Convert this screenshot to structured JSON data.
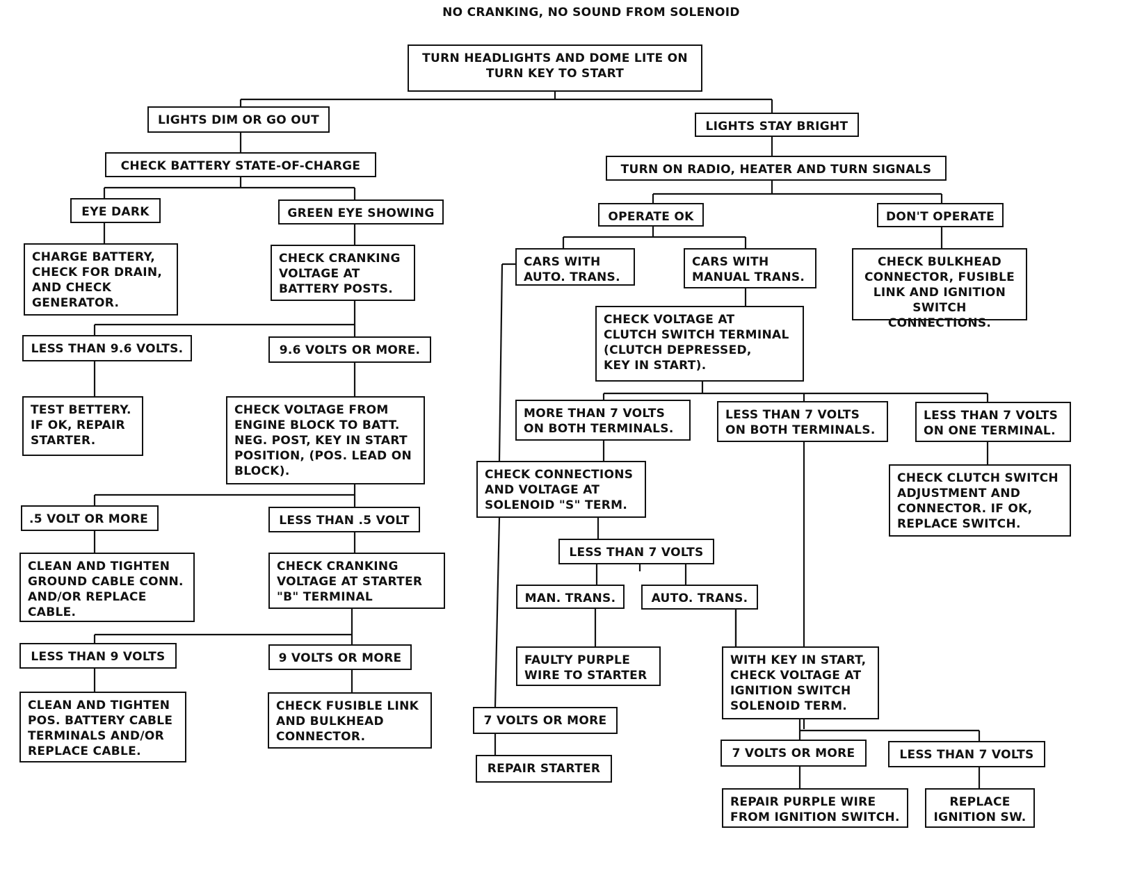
{
  "title": "NO CRANKING, NO SOUND FROM SOLENOID",
  "nodes": {
    "start": "TURN HEADLIGHTS AND DOME LITE ON\nTURN KEY TO START",
    "lights_dim": "LIGHTS DIM OR GO OUT",
    "lights_bright": "LIGHTS STAY BRIGHT",
    "check_battery": "CHECK BATTERY STATE-OF-CHARGE",
    "turn_on_radio": "TURN ON RADIO, HEATER AND TURN SIGNALS",
    "eye_dark": "EYE DARK",
    "green_eye": "GREEN EYE SHOWING",
    "operate_ok": "OPERATE OK",
    "dont_operate": "DON'T OPERATE",
    "charge_battery": "CHARGE BATTERY,\nCHECK FOR DRAIN,\nAND CHECK\nGENERATOR.",
    "check_cranking_batt": "CHECK CRANKING\nVOLTAGE AT\nBATTERY POSTS.",
    "cars_auto": "CARS WITH\nAUTO. TRANS.",
    "cars_manual": "CARS WITH\nMANUAL TRANS.",
    "check_bulkhead": "CHECK BULKHEAD\nCONNECTOR, FUSIBLE\nLINK AND IGNITION\nSWITCH CONNECTIONS.",
    "less_96": "LESS THAN 9.6 VOLTS.",
    "more_96": "9.6 VOLTS OR MORE.",
    "check_clutch_voltage": "CHECK VOLTAGE AT\nCLUTCH SWITCH TERMINAL\n(CLUTCH DEPRESSED,\nKEY IN START).",
    "test_battery": "TEST BETTERY.\nIF OK, REPAIR\nSTARTER.",
    "check_voltage_block": "CHECK VOLTAGE FROM\nENGINE BLOCK TO BATT.\nNEG. POST, KEY IN START\nPOSITION, (POS. LEAD ON\nBLOCK).",
    "more7_both": "MORE THAN 7 VOLTS\nON BOTH TERMINALS.",
    "less7_both": "LESS THAN 7 VOLTS\nON BOTH TERMINALS.",
    "less7_one": "LESS THAN 7 VOLTS\nON ONE TERMINAL.",
    "check_connections_s": "CHECK CONNECTIONS\nAND VOLTAGE AT\nSOLENOID \"S\" TERM.",
    "check_clutch_adjust": "CHECK CLUTCH SWITCH\nADJUSTMENT AND\nCONNECTOR. IF OK,\nREPLACE SWITCH.",
    "half_volt_more": ".5 VOLT OR MORE",
    "less_half_volt": "LESS THAN .5 VOLT",
    "less7_volts": "LESS THAN 7 VOLTS",
    "clean_ground": "CLEAN AND TIGHTEN\nGROUND CABLE CONN.\nAND/OR REPLACE\nCABLE.",
    "check_cranking_b": "CHECK CRANKING\nVOLTAGE AT STARTER\n\"B\" TERMINAL",
    "man_trans": "MAN. TRANS.",
    "auto_trans": "AUTO. TRANS.",
    "less_9": "LESS THAN 9 VOLTS",
    "more_9": "9 VOLTS OR MORE",
    "faulty_purple": "FAULTY PURPLE\nWIRE TO STARTER",
    "with_key": "WITH KEY IN START,\nCHECK VOLTAGE AT\nIGNITION SWITCH\nSOLENOID TERM.",
    "clean_pos": "CLEAN AND TIGHTEN\nPOS. BATTERY CABLE\nTERMINALS AND/OR\nREPLACE CABLE.",
    "check_fusible": "CHECK FUSIBLE LINK\nAND BULKHEAD\nCONNECTOR.",
    "seven_more_left": "7 VOLTS OR MORE",
    "repair_starter": "REPAIR STARTER",
    "seven_more_right": "7 VOLTS OR MORE",
    "less7_right": "LESS THAN 7 VOLTS",
    "repair_purple": "REPAIR PURPLE WIRE\nFROM IGNITION SWITCH.",
    "replace_ignition": "REPLACE\nIGNITION SW."
  }
}
